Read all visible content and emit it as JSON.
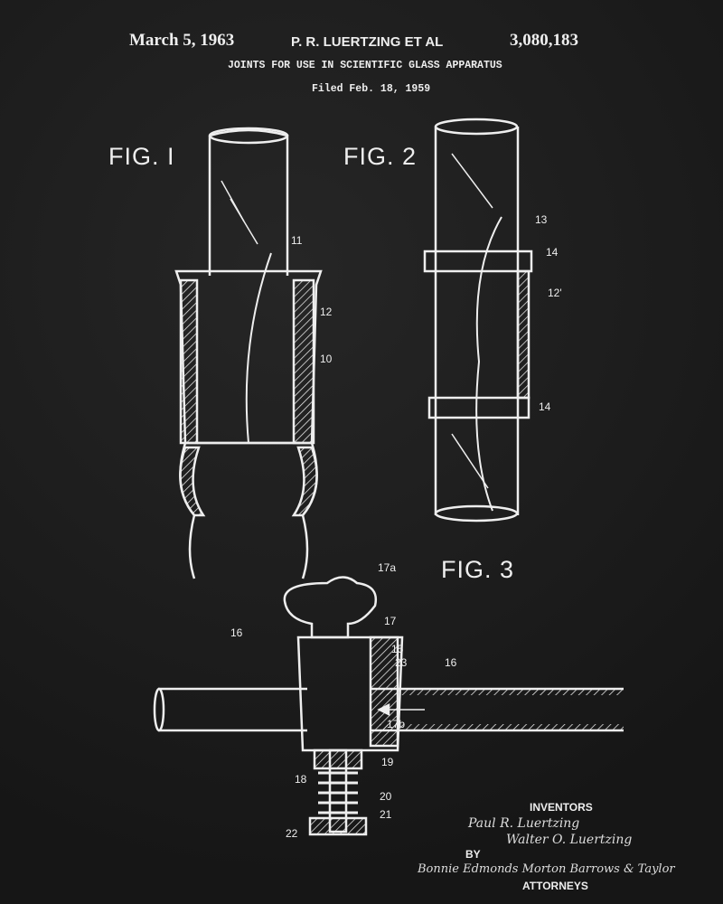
{
  "header": {
    "date": "March 5, 1963",
    "inventor": "P. R. LUERTZING ET AL",
    "patent_number": "3,080,183",
    "title": "JOINTS FOR USE IN SCIENTIFIC GLASS APPARATUS",
    "filed": "Filed Feb. 18, 1959"
  },
  "figures": {
    "fig1": "FIG. I",
    "fig2": "FIG. 2",
    "fig3": "FIG. 3"
  },
  "refs": {
    "r11": "11",
    "r12": "12",
    "r10": "10",
    "r13": "13",
    "r14a": "14",
    "r12p": "12'",
    "r14b": "14",
    "r17a": "17a",
    "r17": "17",
    "r15": "15",
    "r23": "23",
    "r16a": "16",
    "r16b": "16",
    "r17b": "17b",
    "r19": "19",
    "r18": "18",
    "r20": "20",
    "r21": "21",
    "r22": "22"
  },
  "signature": {
    "inventors_label": "INVENTORS",
    "inventor1": "Paul R. Luertzing",
    "inventor2": "Walter O. Luertzing",
    "by": "BY",
    "attorneys_firm": "Bonnie Edmonds Morton Barrows & Taylor",
    "attorneys_label": "ATTORNEYS"
  }
}
